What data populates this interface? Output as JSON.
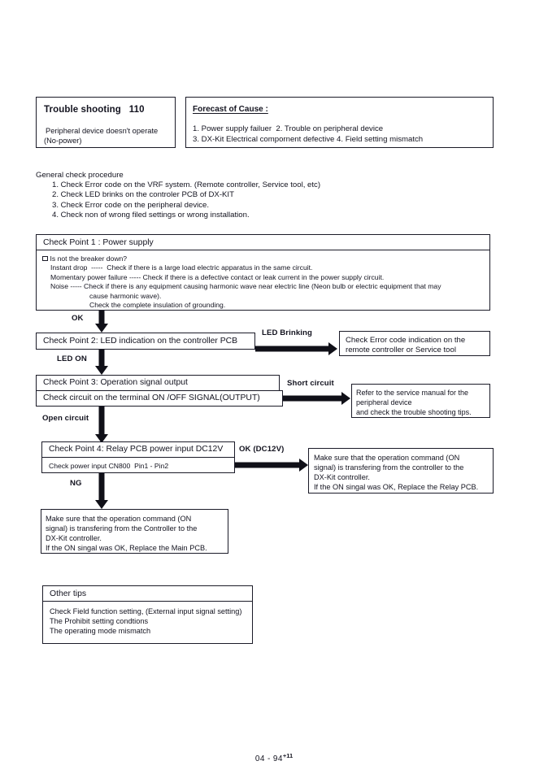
{
  "document": {
    "footer_page": "04 - 94",
    "footer_superscript": "+11"
  },
  "header": {
    "trouble_shooting": {
      "title": "Trouble shooting",
      "code": "110",
      "symptom_line1": "Peripheral device doesn't operate",
      "symptom_line2": "(No-power)"
    },
    "forecast": {
      "title": "Forecast of  Cause :",
      "causes_line1": "1. Power supply failuer  2. Trouble on peripheral device",
      "causes_line2": "3. DX-Kit Electrical compornent defective 4. Field setting mismatch"
    }
  },
  "general_check": {
    "title": "General check procedure",
    "items": [
      "1. Check Error code on the VRF system. (Remote controller, Service tool, etc)",
      "2. Check LED brinks on the controler PCB of DX-KIT",
      "3. Check Error code on the peripheral device.",
      "4. Check non of wrong filed settings or wrong installation."
    ]
  },
  "check_point_1": {
    "header": "Check Point 1 : Power supply",
    "checkbox_item": "Is not the breaker down?",
    "lines": [
      "Instant drop  -----  Check if there is a large load electric apparatus in the same circuit.",
      "Momentary power failure ----- Check if there is a defective contact or leak current in the power supply circuit.",
      "Noise ----- Check if there is any equipment causing harmonic wave near electric line (Neon bulb or electric equipment that may",
      "cause harmonic wave).",
      "Check the complete insulation of grounding."
    ]
  },
  "arrows": {
    "ok": "OK",
    "led_brinking": "LED Brinking",
    "led_on": "LED ON",
    "short_circuit": "Short circuit",
    "open_circuit": "Open circuit",
    "ok_dc12v": "OK (DC12V)",
    "ng": "NG"
  },
  "check_point_2": {
    "header": "Check Point 2: LED indication on the controller PCB"
  },
  "branch_2": {
    "line1": "Check Error code indication on the",
    "line2": "remote controller or Service tool"
  },
  "check_point_3": {
    "header": "Check Point 3: Operation signal output",
    "detail": "Check circuit on the terminal  ON /OFF SIGNAL(OUTPUT)"
  },
  "branch_3": {
    "line1": "Refer to the service manual for the",
    "line2": "peripheral device",
    "line3": "and check the trouble shooting tips."
  },
  "check_point_4": {
    "header": "Check Point 4: Relay PCB power input DC12V",
    "detail": "Check power input CN800  Pin1 - Pin2"
  },
  "branch_4": {
    "line1": "Make sure that the operation command (ON",
    "line2": "signal) is transfering from the controller to the",
    "line3": "DX-Kit controller.",
    "line4": "If the ON singal was OK, Replace the Relay PCB."
  },
  "ng_result": {
    "line1": "Make sure that the operation command (ON",
    "line2": "signal) is transfering from the Controller to the",
    "line3": "DX-Kit controller.",
    "line4": "If the ON singal was OK, Replace the Main PCB."
  },
  "other_tips": {
    "header": "Other tips",
    "lines": [
      "Check Field function setting, (External input signal setting)",
      "The Prohibit setting condtions",
      "The operating mode mismatch"
    ]
  }
}
